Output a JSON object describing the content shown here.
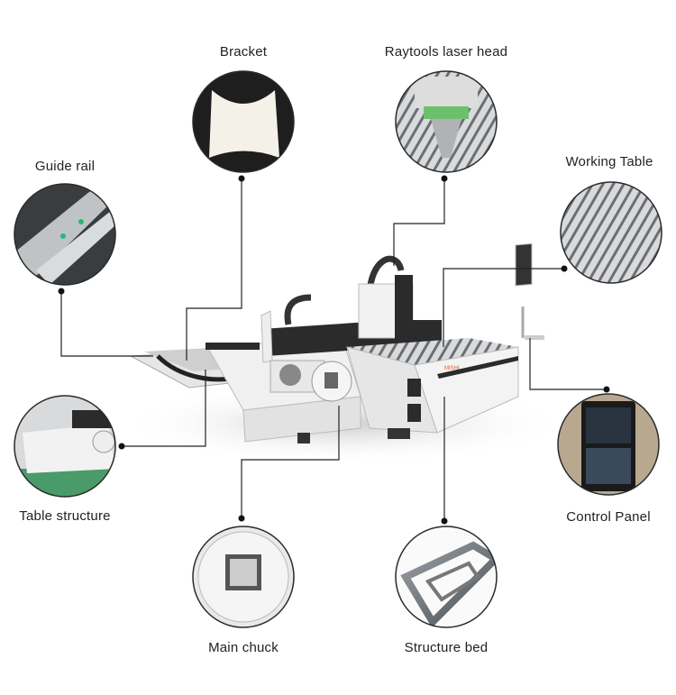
{
  "callouts": {
    "bracket": "Bracket",
    "laser_head": "Raytools laser head",
    "guide_rail": "Guide rail",
    "working_table": "Working Table",
    "table_structure": "Table structure",
    "control_panel": "Control Panel",
    "main_chuck": "Main chuck",
    "structure_bed": "Structure bed"
  },
  "colors": {
    "line": "#222222",
    "machine_white": "#f2f2f2",
    "machine_dark": "#2b2b2b",
    "accent": "#e05a1e"
  }
}
